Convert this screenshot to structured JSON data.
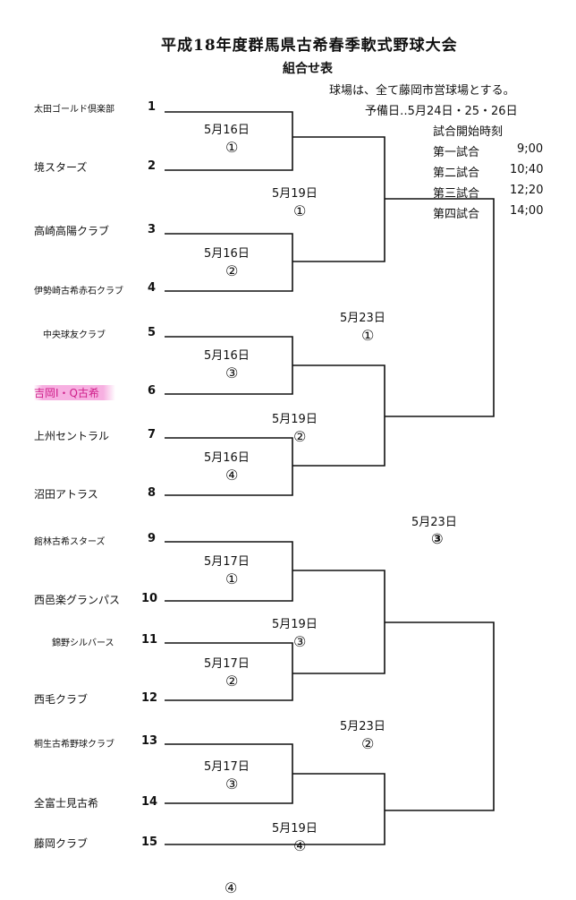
{
  "header": {
    "title": "平成18年度群馬県古希春季軟式野球大会",
    "subtitle": "組合せ表",
    "venue_note": "球場は、全て藤岡市営球場とする。",
    "reserve_note": "予備日‥5月24日・25・26日",
    "start_time_heading": "試合開始時刻"
  },
  "schedule": [
    {
      "label": "第一試合",
      "time": "9;00"
    },
    {
      "label": "第二試合",
      "time": "10;40"
    },
    {
      "label": "第三試合",
      "time": "12;20"
    },
    {
      "label": "第四試合",
      "time": "14;00"
    }
  ],
  "teams": [
    {
      "seed": "1",
      "name": "太田ゴールド倶楽部"
    },
    {
      "seed": "2",
      "name": "境スターズ"
    },
    {
      "seed": "3",
      "name": "高崎高陽クラブ"
    },
    {
      "seed": "4",
      "name": "伊勢崎古希赤石クラブ"
    },
    {
      "seed": "5",
      "name": "中央球友クラブ"
    },
    {
      "seed": "6",
      "name": "吉岡I・Q古希"
    },
    {
      "seed": "7",
      "name": "上州セントラル"
    },
    {
      "seed": "8",
      "name": "沼田アトラス"
    },
    {
      "seed": "9",
      "name": "館林古希スターズ"
    },
    {
      "seed": "10",
      "name": "西邑楽グランパス"
    },
    {
      "seed": "11",
      "name": "錦野シルバース"
    },
    {
      "seed": "12",
      "name": "西毛クラブ"
    },
    {
      "seed": "13",
      "name": "桐生古希野球クラブ"
    },
    {
      "seed": "14",
      "name": "全富士見古希"
    },
    {
      "seed": "15",
      "name": "藤岡クラブ"
    }
  ],
  "games": {
    "r1": [
      {
        "date": "5月16日",
        "mark": "①"
      },
      {
        "date": "5月16日",
        "mark": "②"
      },
      {
        "date": "5月16日",
        "mark": "③"
      },
      {
        "date": "5月16日",
        "mark": "④"
      },
      {
        "date": "5月17日",
        "mark": "①"
      },
      {
        "date": "5月17日",
        "mark": "②"
      },
      {
        "date": "5月17日",
        "mark": "③"
      }
    ],
    "r2": [
      {
        "date": "5月19日",
        "mark": "①"
      },
      {
        "date": "5月19日",
        "mark": "②"
      },
      {
        "date": "5月19日",
        "mark": "③"
      },
      {
        "date": "5月19日",
        "mark": "④"
      }
    ],
    "r3": [
      {
        "date": "5月23日",
        "mark": "①"
      },
      {
        "date": "5月23日",
        "mark": "②"
      }
    ],
    "final": {
      "date": "5月23日",
      "mark": "③"
    },
    "bottom_mark": "④"
  }
}
